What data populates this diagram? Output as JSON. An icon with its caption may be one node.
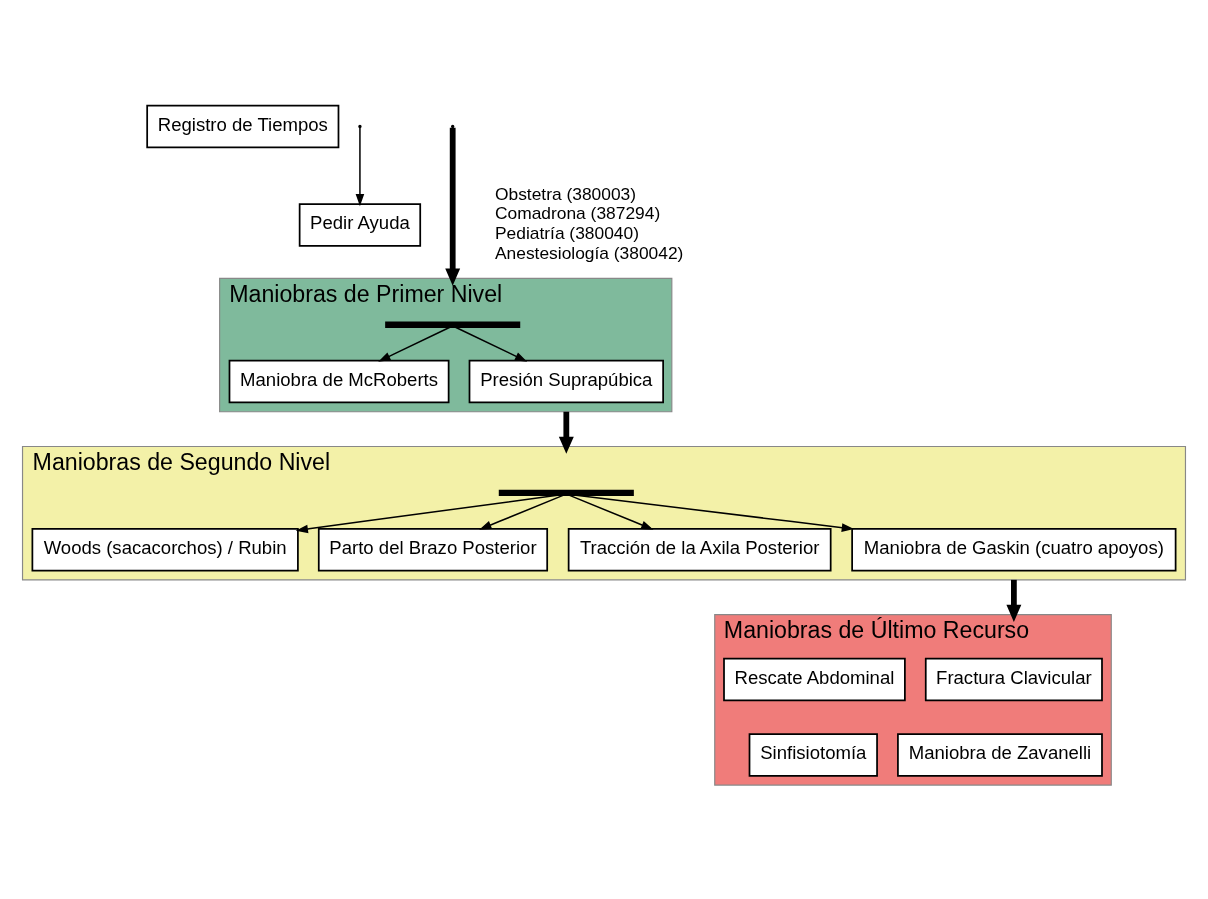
{
  "diagram": {
    "nodes": [
      {
        "text": [
          "Registro de Tiempos"
        ]
      },
      {
        "text": [
          "Pedir Ayuda"
        ]
      },
      {
        "text": [
          "Maniobras de Primer Nivel"
        ]
      },
      {
        "text": [],
        "shape": "bar",
        "in": 2
      },
      {
        "text": [
          "Maniobra de McRoberts"
        ],
        "in": 2
      },
      {
        "text": [
          "Presión Suprapúbica"
        ],
        "in": 2
      },
      {
        "text": [
          "Maniobras de Segundo Nivel"
        ]
      },
      {
        "text": [],
        "shape": "bar",
        "in": 6
      },
      {
        "text": [
          "Woods (sacacorchos) / Rubin"
        ],
        "in": 6
      },
      {
        "text": [
          "Parto del Brazo Posterior"
        ],
        "in": 6
      },
      {
        "text": [
          "Tracción de la Axila Posterior"
        ],
        "in": 6
      },
      {
        "text": [
          "Maniobra de Gaskin (cuatro apoyos)"
        ],
        "in": 6
      },
      {
        "text": [
          "Maniobras de Último Recurso"
        ]
      },
      {
        "text": [
          "Fractura Clavicular"
        ],
        "in": 12
      },
      {
        "text": [
          "Rescate Abdominal"
        ],
        "in": 12
      },
      {
        "text": [
          "Maniobra de Zavanelli"
        ],
        "in": 12
      },
      {
        "text": [
          "Sinfisiotomía"
        ],
        "in": 12
      }
    ],
    "edges": [
      {
        "from": null,
        "to": 2,
        "arrow": "to",
        "style": "thick"
      },
      {
        "from": null,
        "to": 1,
        "arrow": "to"
      },
      {
        "from": 2,
        "to": 6,
        "arrow": "to",
        "style": "thick"
      },
      {
        "from": 6,
        "to": 12,
        "arrow": "to",
        "style": "thick"
      },
      {
        "from": 3,
        "to": 4,
        "arrow": "to"
      },
      {
        "from": 3,
        "to": 5,
        "arrow": "to"
      },
      {
        "from": 7,
        "to": 8,
        "arrow": "to"
      },
      {
        "from": 7,
        "to": 9,
        "arrow": "to"
      },
      {
        "from": 7,
        "to": 10,
        "arrow": "to"
      },
      {
        "from": 7,
        "to": 11,
        "arrow": "to"
      }
    ],
    "labels": [
      "Obstetra (380003)",
      "Comadrona (387294)",
      "Pediatría (380040)",
      "Anestesiología (380042)"
    ]
  }
}
